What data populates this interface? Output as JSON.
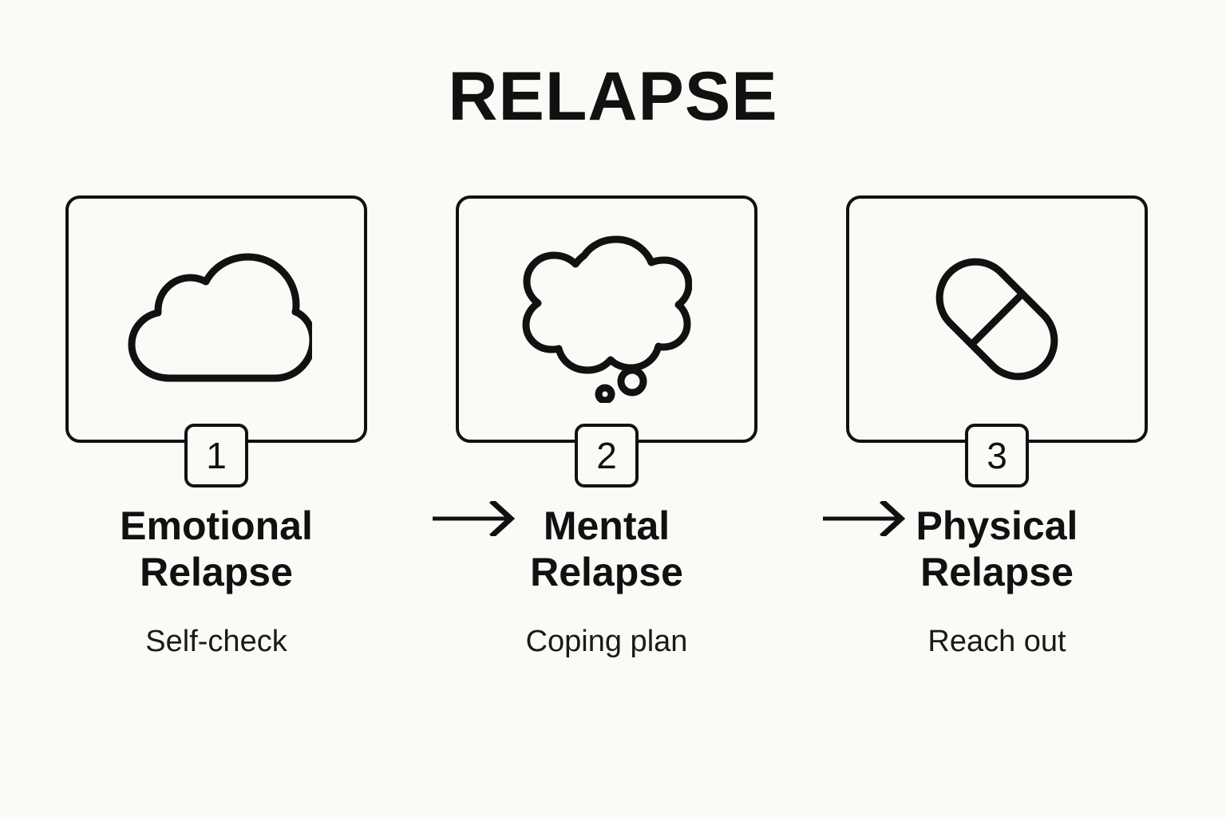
{
  "page": {
    "title": "RELAPSE",
    "background_color": "#FAFAF7",
    "line_color": "#111111"
  },
  "steps": [
    {
      "number": "1",
      "icon": "cloud-icon",
      "title": "Emotional\nRelapse",
      "subtitle": "Self-check"
    },
    {
      "number": "2",
      "icon": "thought-bubble-icon",
      "title": "Mental\nRelapse",
      "subtitle": "Coping plan"
    },
    {
      "number": "3",
      "icon": "pill-capsule-icon",
      "title": "Physical\nRelapse",
      "subtitle": "Reach out"
    }
  ],
  "connectors": [
    {
      "icon": "arrow-right-icon"
    },
    {
      "icon": "arrow-right-icon"
    }
  ]
}
